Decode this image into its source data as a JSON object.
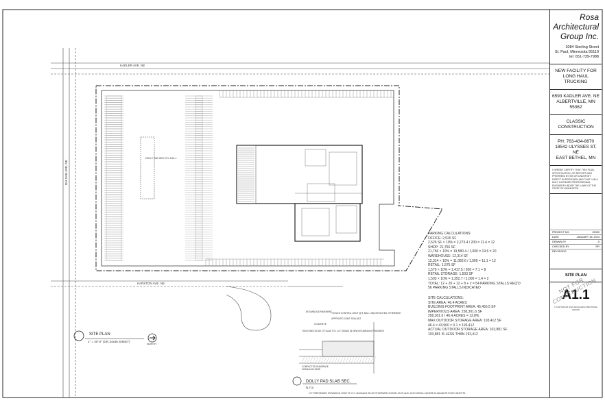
{
  "title_block": {
    "firm_name": "Rosa Architectural Group Inc.",
    "firm_address_1": "1084 Sterling Street",
    "firm_address_2": "St. Paul, Minnesota 55119",
    "firm_phone": "tel: 651-739-7988",
    "project_name": "NEW FACILITY FOR LONG HAUL TRUCKING",
    "site_address_1": "6593 KADLER AVE. NE",
    "site_address_2": "ALBERTVILLE, MN 55362",
    "client_name": "CLASSIC CONSTRUCTION",
    "client_phone": "PH: 763-434-8870",
    "client_address_1": "18542 ULYSSES ST. NE",
    "client_address_2": "EAST BETHEL, MN",
    "certification": "I HEREBY CERTIFY THAT THIS PLAN, SPECIFICATION, OR REPORT WAS PREPARED BY ME OR UNDER MY DIRECT SUPERVISION AND THAT I AM A DULY LICENSED PROFESSIONAL ENGINEER UNDER THE LAWS OF THE STATE OF MINNESOTA.",
    "stamp_text": "NOT FOR CONSTRUCTION",
    "project_no_label": "PROJECT NO.",
    "project_no": "22309",
    "date_label": "DATE",
    "date": "JANUARY 18, 2024",
    "drawn_by_label": "DRAWN BY",
    "drawn_by": "JI",
    "checked_by_label": "CHECKED BY",
    "checked_by": "RR",
    "revisions_label": "REVISIONS",
    "sheet_name": "SITE PLAN",
    "sheet_number": "A1.1",
    "copyright": "© COPYRIGHT 2024 ROSA ARCHITECTURAL GROUP"
  },
  "plan_labels": {
    "street_north": "KADLER AVE. NE",
    "street_south": "KARSTON AVE. NE",
    "street_west": "BALSAM AVE. NE",
    "dolly_pad": "DOLLY PAD SEE DTL 2/A1.1",
    "title": "SITE PLAN",
    "scale": "1\" = 40'-0\" (ON 24x36 SHEET)",
    "north": "NORTH",
    "detail_title": "DOLLY PAD SLAB SEC.",
    "detail_scale": "N.T.S."
  },
  "parking_calcs": [
    "PARKING CALCULATIONS:",
    "OFFICE: 2,526 SF",
    "2,526 SF × 10% = 2,273.4 / 200 = 11.4 = 12",
    "SHOP: 21,756 SF",
    "21,756 × 10% = 19,580.4 / 1,000 = 19.6 = 20",
    "WAREHOUSE: 12,314 SF",
    "12,314 × 10% = 11,082.6 / 1,000 = 11.1 = 12",
    "RETAIL: 1,575 SF",
    "1,575 × 10% = 1,417.5 / 200 = 7.1 = 8",
    "RETAIL STORAGE: 1,503 SF",
    "1,503 × 10% = 1,352.7 / 1,000 = 1.4 = 2",
    "TOTAL: 12 + 20 + 12 + 8 + 2 = 54 PARKING STALLS REQ'D",
    "56 PARKING STALLS INDICATED"
  ],
  "site_calcs": [
    "SITE CALCULATIONS:",
    "SITE AREA: 46.4 ACRES",
    "BUILDING FOOTPRINT AREA: 45,456.5 SF",
    "IMPERVIOUS AREA: 258,301.6 SF",
    "258,301.6 / 46.4 ACRES = 12.8%",
    "MAX OUTDOOR STORAGE AREA: 193,412 SF",
    "46.4 × 43,560 × 0.1 = 193,412",
    "ACTUAL OUTDOOR STORAGE AREA: 103,881 SF",
    "103,881 IS LESS THAN 193,412"
  ],
  "detail_notes": [
    "BITUMINOUS PAVEMENT",
    "TOOLED CONTROL JOINT @ 5' MAX. UNLESS NOTED OTHERWISE",
    "APPROVED JOINT SEALANT",
    "CONCRETE",
    "THICKENED EDGE OF SLAB TO 1 1/2\" GRADE @ NEW BITUMINOUS PAVEMENT",
    "GRANULAR BASE",
    "COMPACTED SUBGRADE",
    "1/2\" PREFORMED EXPANSION JOINT 20' O.C. MAXIMUM OR AS OTHERWISE SHOWN ON PLANS. ALSO INSTALL WHERE SLAB ABUTS FIXED OBJECTS."
  ],
  "colors": {
    "line": "#222222",
    "linework_light": "#777777",
    "hatch": "#999999",
    "paper": "#ffffff"
  }
}
